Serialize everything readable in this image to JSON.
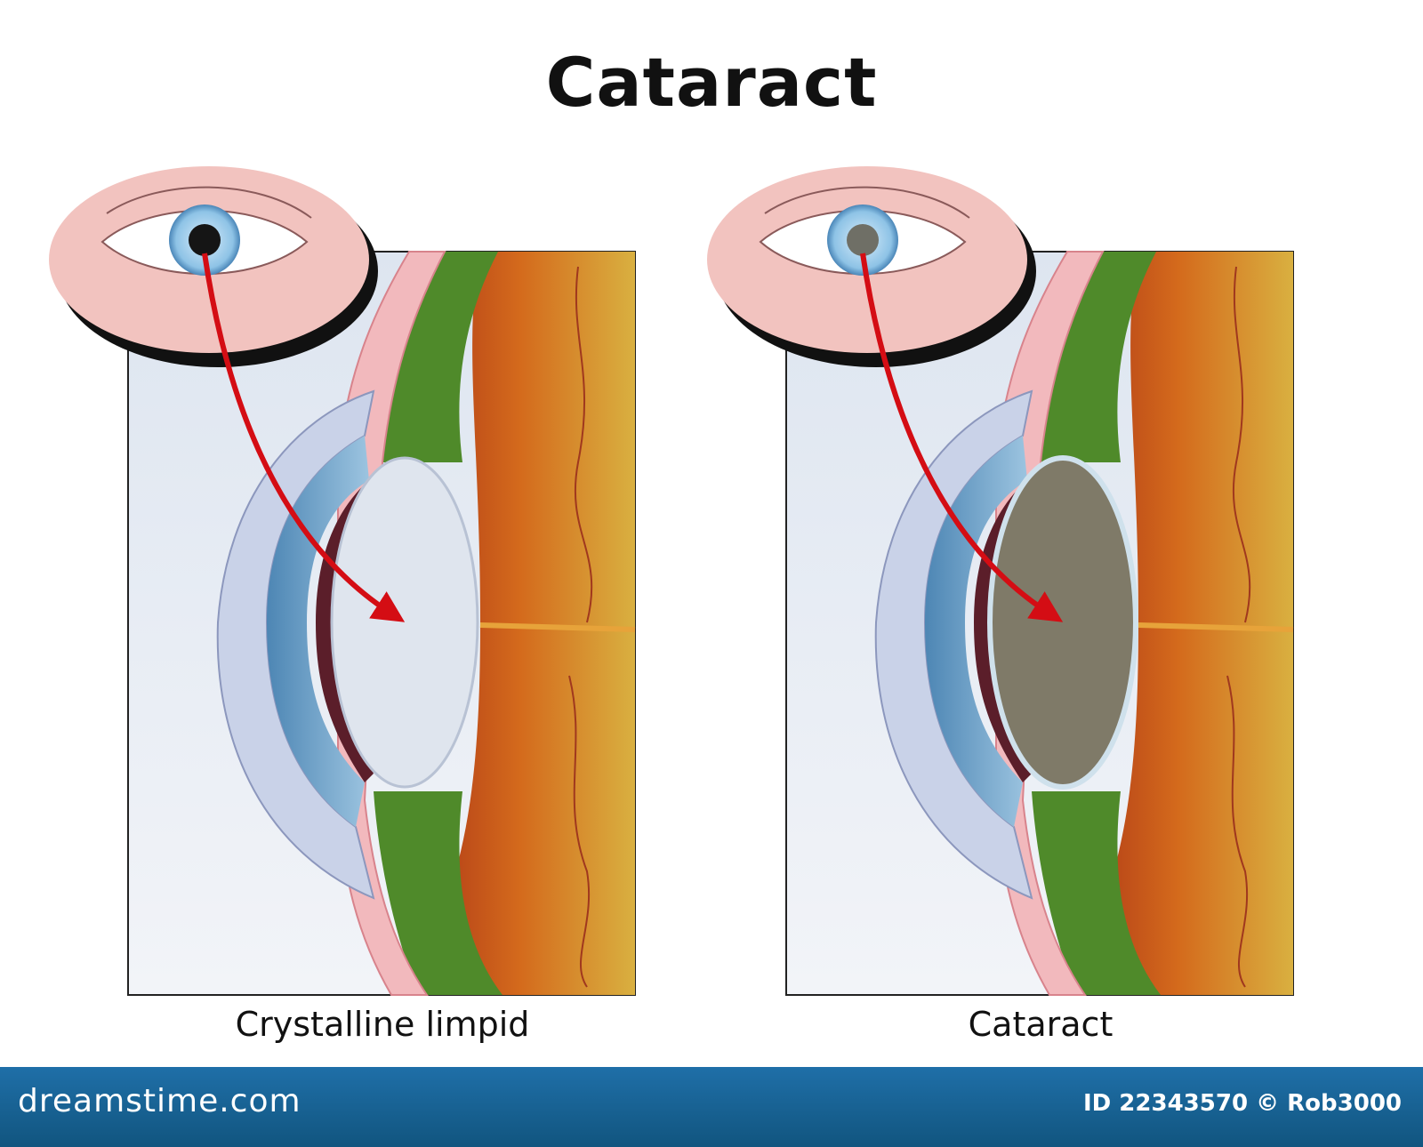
{
  "title": "Cataract",
  "panels": [
    {
      "caption": "Crystalline limpid",
      "lens_color": "#dfe5ee",
      "pupil_color": "#151515"
    },
    {
      "caption": "Cataract",
      "lens_color": "#7f7a68",
      "pupil_color": "#6f6f66"
    }
  ],
  "footer": {
    "brand": "dreamstime.com",
    "id_text": "ID 22343570 © Rob3000"
  },
  "colors": {
    "arrow": "#d40d14",
    "skin": "#f2c3bf",
    "iris": "#8ec3e6",
    "background_panel": "#e7ecf4",
    "footer": "#1a66a0"
  }
}
